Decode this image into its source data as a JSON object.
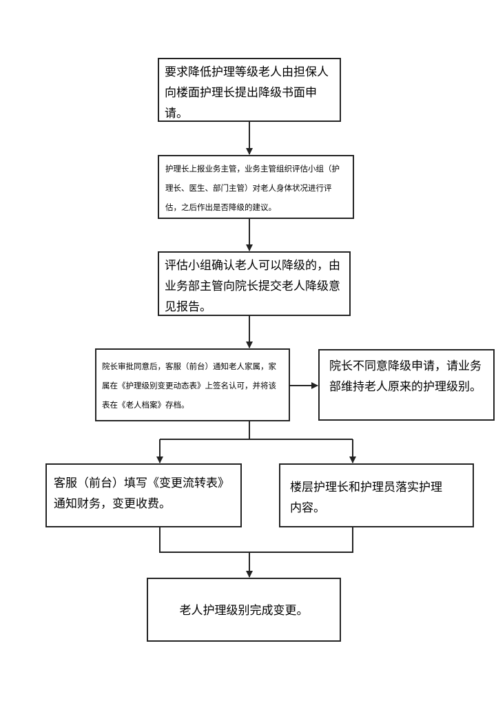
{
  "flowchart": {
    "steps": {
      "step1": "要求降低护理等级老人由担保人向楼面护理长提出降级书面申请。",
      "step2": "护理长上报业务主管，业务主管组织评估小组（护理长、医生、部门主管）对老人身体状况进行评估，之后作出是否降级的建议。",
      "step3": "评估小组确认老人可以降级的，由业务部主管向院长提交老人降级意见报告。",
      "step4": "院长审批同意后，客服（前台）通知老人家属，家属在《护理级别变更动态表》上签名认可，并将该表在《老人档案》存档。",
      "reject": "院长不同意降级申请，请业务部维持老人原来的护理级别。",
      "step5a": "客服（前台）填写《变更流转表》通知财务，变更收费。",
      "step5b": "楼层护理长和护理员落实护理内容。",
      "step6": "老人护理级别完成变更。"
    }
  }
}
